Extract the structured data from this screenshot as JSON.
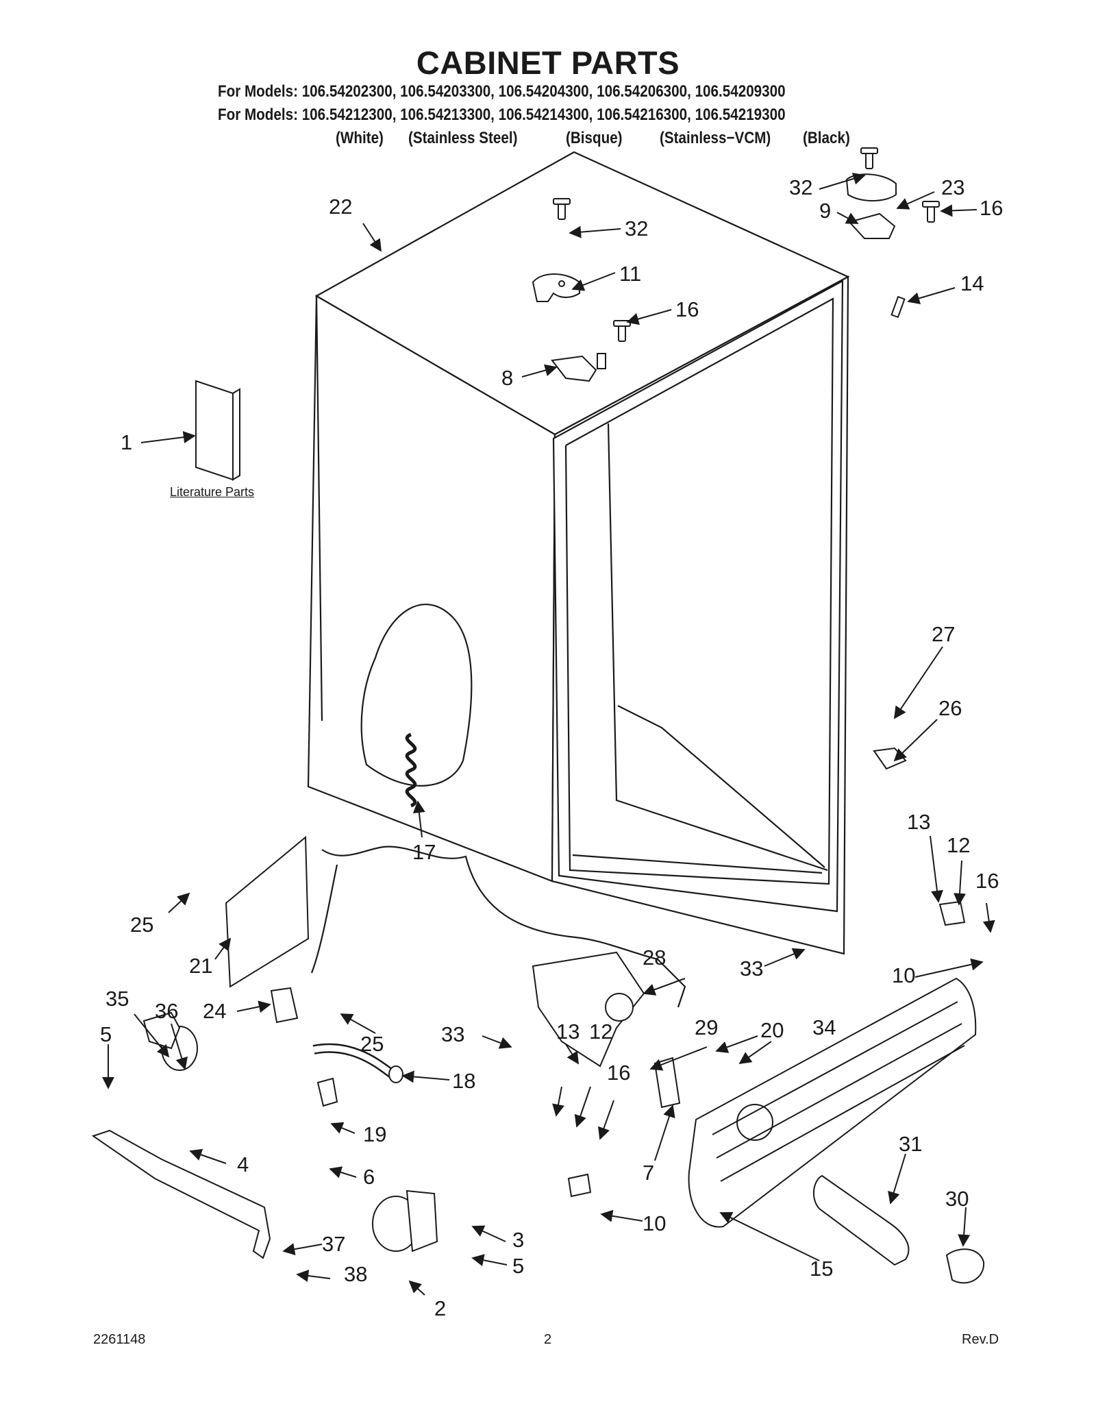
{
  "header": {
    "title": "CABINET PARTS",
    "models_line_1": "For Models: 106.54202300, 106.54203300, 106.54204300, 106.54206300, 106.54209300",
    "models_line_2": "For Models: 106.54212300, 106.54213300, 106.54214300, 106.54216300, 106.54219300",
    "variants": [
      "(White)",
      "(Stainless Steel)",
      "(Bisque)",
      "(Stainless−VCM)",
      "(Black)"
    ]
  },
  "literature_label": "Literature Parts",
  "callouts": {
    "c1": "1",
    "c2": "2",
    "c3": "3",
    "c4": "4",
    "c5a": "5",
    "c5b": "5",
    "c6": "6",
    "c7": "7",
    "c8": "8",
    "c9": "9",
    "c10a": "10",
    "c10b": "10",
    "c11": "11",
    "c12a": "12",
    "c12b": "12",
    "c13a": "13",
    "c13b": "13",
    "c14": "14",
    "c15": "15",
    "c16a": "16",
    "c16b": "16",
    "c16c": "16",
    "c16d": "16",
    "c17": "17",
    "c18": "18",
    "c19": "19",
    "c20": "20",
    "c21": "21",
    "c22": "22",
    "c23": "23",
    "c24": "24",
    "c25a": "25",
    "c25b": "25",
    "c26": "26",
    "c27": "27",
    "c28": "28",
    "c29": "29",
    "c30": "30",
    "c31": "31",
    "c32a": "32",
    "c32b": "32",
    "c33a": "33",
    "c33b": "33",
    "c34": "34",
    "c35": "35",
    "c36": "36",
    "c37": "37",
    "c38": "38"
  },
  "footer": {
    "doc_number": "2261148",
    "page_number": "2",
    "revision": "Rev.D"
  }
}
